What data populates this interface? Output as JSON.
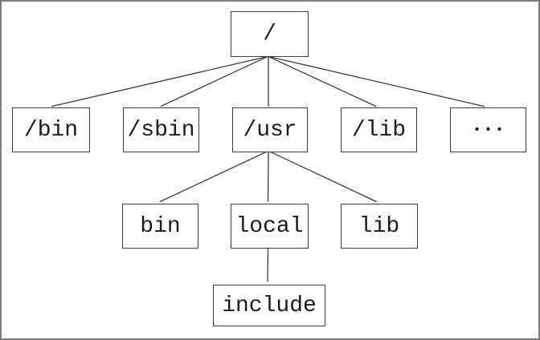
{
  "diagram": {
    "description": "Unix filesystem directory hierarchy tree",
    "colors": {
      "background": "#ffffff",
      "outer_border": "#7d7d7d",
      "box_border": "#3d3d3d",
      "line": "#3a3a3a",
      "text": "#1b1b1b"
    },
    "nodes": {
      "root": {
        "label": "/"
      },
      "bin": {
        "label": "/bin"
      },
      "sbin": {
        "label": "/sbin"
      },
      "usr": {
        "label": "/usr"
      },
      "lib": {
        "label": "/lib"
      },
      "more": {
        "label": "•••"
      },
      "usr_bin": {
        "label": "bin"
      },
      "usr_local": {
        "label": "local"
      },
      "usr_lib": {
        "label": "lib"
      },
      "include": {
        "label": "include"
      }
    },
    "edges": [
      {
        "parent": "/",
        "child": "/bin"
      },
      {
        "parent": "/",
        "child": "/sbin"
      },
      {
        "parent": "/",
        "child": "/usr"
      },
      {
        "parent": "/",
        "child": "/lib"
      },
      {
        "parent": "/",
        "child": "•••"
      },
      {
        "parent": "/usr",
        "child": "bin"
      },
      {
        "parent": "/usr",
        "child": "local"
      },
      {
        "parent": "/usr",
        "child": "lib"
      },
      {
        "parent": "local",
        "child": "include"
      }
    ]
  }
}
